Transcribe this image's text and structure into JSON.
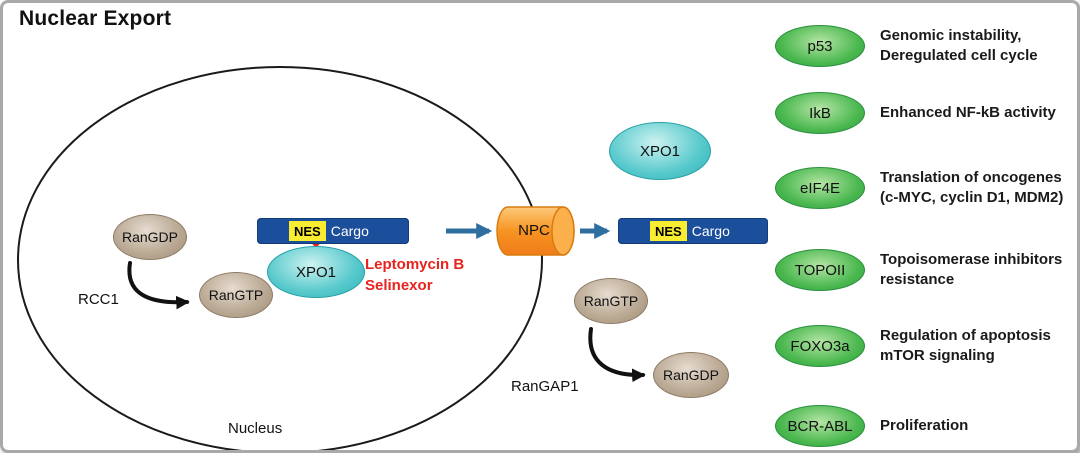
{
  "title": "Nuclear Export",
  "diagram": {
    "nucleus_label": "Nucleus",
    "npc_label": "NPC",
    "rcc1_label": "RCC1",
    "rangap1_label": "RanGAP1",
    "rangdp_label": "RanGDP",
    "rangtp_label": "RanGTP",
    "xpo1_label": "XPO1",
    "nes_label": "NES",
    "cargo_label": "Cargo",
    "inhibitors": {
      "line1": "Leptomycin B",
      "line2": "Selinexor"
    }
  },
  "cargo_list": [
    {
      "name": "p53",
      "line1": "Genomic instability,",
      "line2": "Deregulated cell cycle"
    },
    {
      "name": "IkB",
      "line1": "Enhanced NF-kB activity",
      "line2": ""
    },
    {
      "name": "eIF4E",
      "line1": "Translation of oncogenes",
      "line2": "(c-MYC, cyclin D1, MDM2)"
    },
    {
      "name": "TOPOII",
      "line1": "Topoisomerase inhibitors",
      "line2": "resistance"
    },
    {
      "name": "FOXO3a",
      "line1": "Regulation of apoptosis",
      "line2": "mTOR signaling"
    },
    {
      "name": "BCR-ABL",
      "line1": "Proliferation",
      "line2": ""
    }
  ],
  "colors": {
    "green": "#3cb54a",
    "teal": "#45c6c9",
    "tan": "#b3a18c",
    "cargo_bar_blue": "#1b4e9b",
    "nes_yellow": "#f9ed32",
    "npc_orange": "#f7941d",
    "inhibitor_red": "#e8231f",
    "arrow_blue": "#2f6fa0",
    "arrow_black": "#111111"
  }
}
